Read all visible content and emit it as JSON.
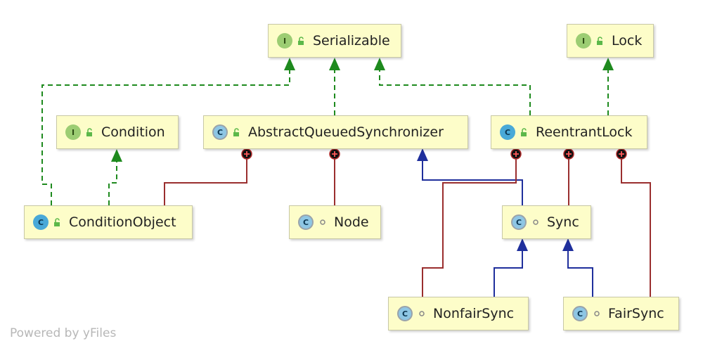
{
  "nodes": {
    "serializable": {
      "kind": "I",
      "label": "Serializable"
    },
    "lock": {
      "kind": "I",
      "label": "Lock"
    },
    "condition": {
      "kind": "I",
      "label": "Condition"
    },
    "aqs": {
      "kind": "C",
      "label": "AbstractQueuedSynchronizer"
    },
    "reentrant_lock": {
      "kind": "C",
      "label": "ReentrantLock"
    },
    "condition_object": {
      "kind": "C",
      "label": "ConditionObject"
    },
    "node": {
      "kind": "C",
      "label": "Node"
    },
    "sync": {
      "kind": "C",
      "label": "Sync"
    },
    "nonfair_sync": {
      "kind": "C",
      "label": "NonfairSync"
    },
    "fair_sync": {
      "kind": "C",
      "label": "FairSync"
    }
  },
  "colors": {
    "implements": "#1e8a1e",
    "extends": "#1f2f9c",
    "inner": "#9a2e2e",
    "node_fill": "#fdfdc9"
  },
  "footer": "Powered by yFiles"
}
